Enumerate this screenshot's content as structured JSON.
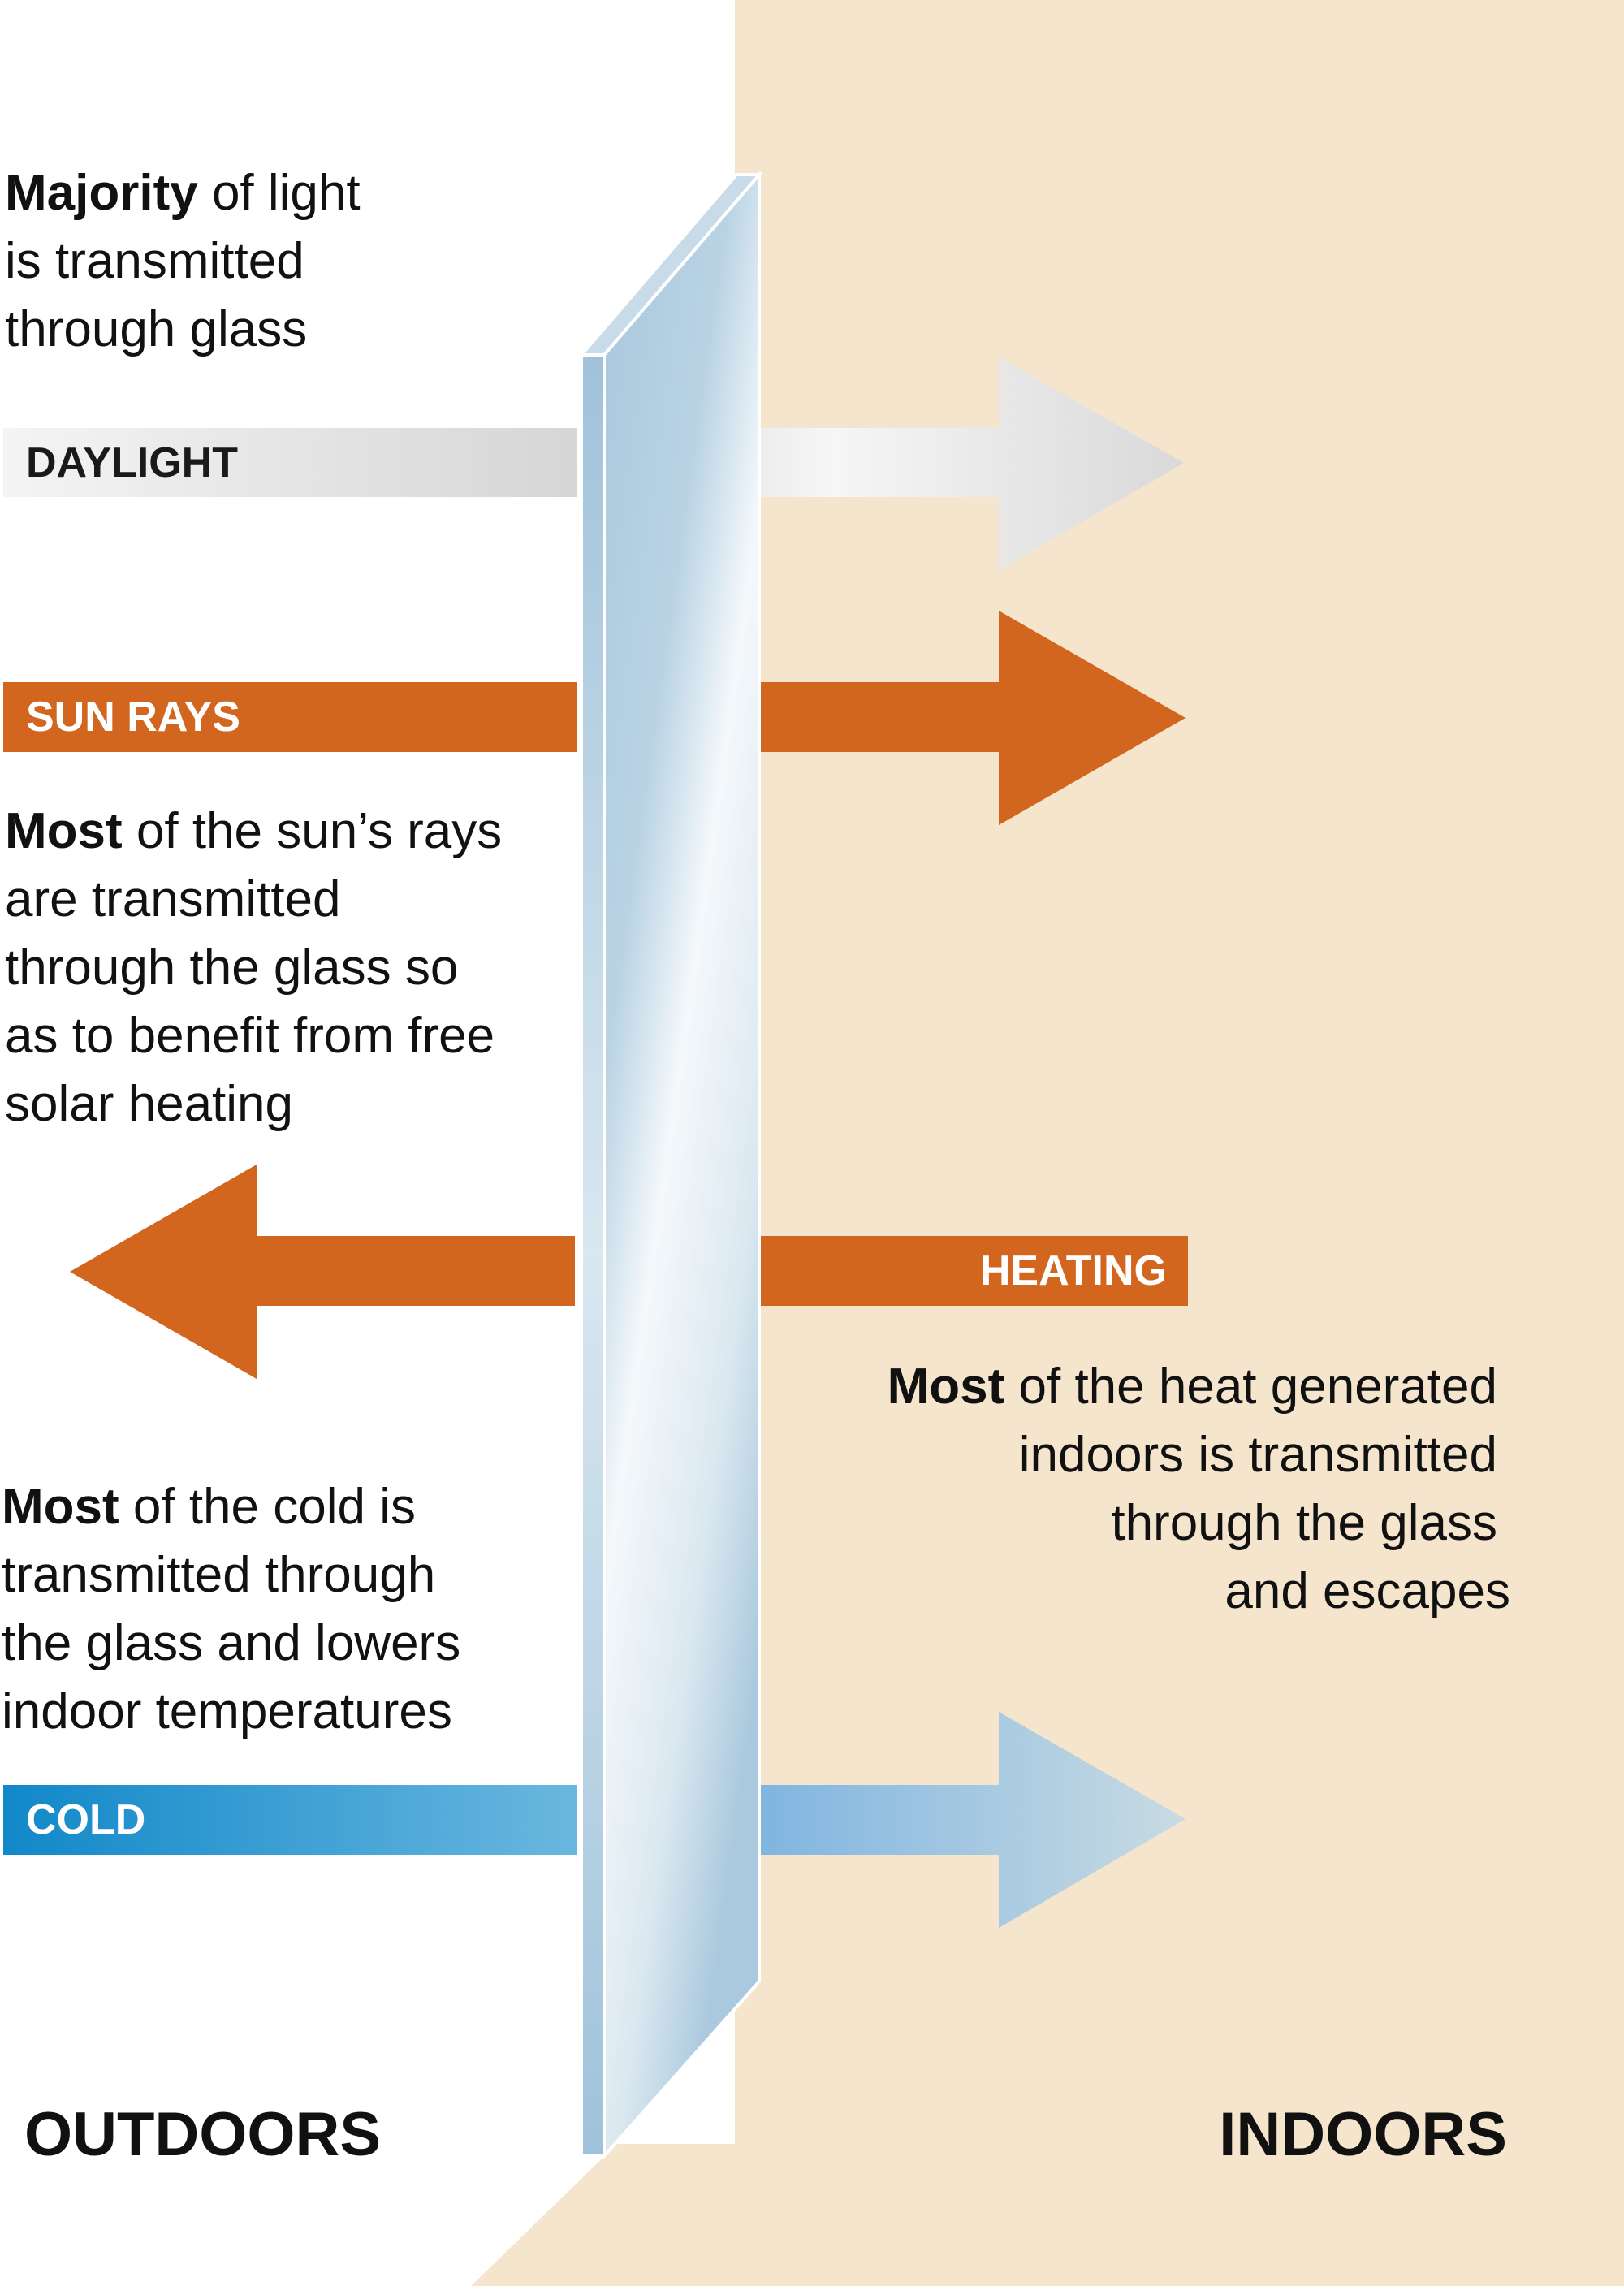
{
  "colors": {
    "indoor_bg": "#f6e5cd",
    "outdoor_bg": "#ffffff",
    "sun_orange": "#d2661f",
    "daylight_grey": "#e0e0e0",
    "cold_blue": "#1a8fd0",
    "glass_blue": "#a9c8dd"
  },
  "icons": [
    "daylight-arrow-icon",
    "sun-rays-arrow-icon",
    "heating-arrow-icon",
    "cold-arrow-icon",
    "glass-pane-icon"
  ],
  "zones": {
    "outdoors": "OUTDOORS",
    "indoors": "INDOORS"
  },
  "daylight": {
    "label": "DAYLIGHT",
    "desc_bold": "Majority",
    "desc_line1_rest": " of light",
    "desc_line2": "is transmitted",
    "desc_line3": "through glass"
  },
  "sun_rays": {
    "label": "SUN RAYS",
    "desc_bold": "Most",
    "desc_line1_rest": " of the sun’s rays",
    "desc_line2": "are transmitted",
    "desc_line3": "through the glass so",
    "desc_line4": "as to benefit from free",
    "desc_line5": "solar heating"
  },
  "heating": {
    "label": "HEATING",
    "desc_bold": "Most",
    "desc_line1_rest": " of the heat generated",
    "desc_line2": "indoors is transmitted",
    "desc_line3": "through the glass",
    "desc_line4": "and escapes"
  },
  "cold": {
    "label": "COLD",
    "desc_bold": "Most",
    "desc_line1_rest": " of the cold is",
    "desc_line2": "transmitted through",
    "desc_line3": "the glass and lowers",
    "desc_line4": "indoor temperatures"
  }
}
